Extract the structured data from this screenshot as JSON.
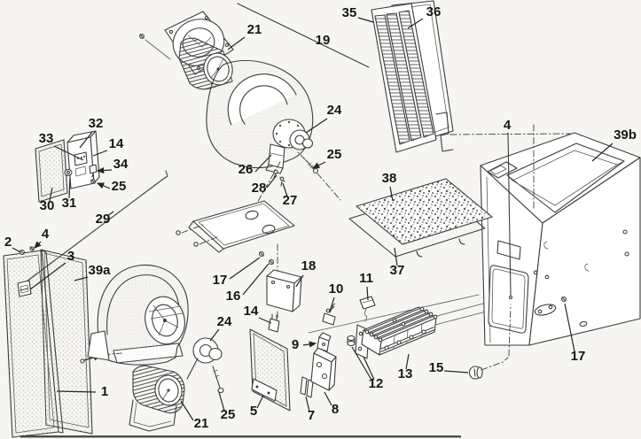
{
  "figure": {
    "kind": "exploded-parts-diagram",
    "subject": "gas furnace assembly exploded view",
    "background_color": "#f6f5f2",
    "line_color": "#3c3c3c",
    "label_color": "#161616"
  },
  "callouts": [
    {
      "text": "21",
      "part": "inducer-blower-wheel"
    },
    {
      "text": "19",
      "part": "vent-inducer-assembly-line"
    },
    {
      "text": "35",
      "part": "louvered-door"
    },
    {
      "text": "36",
      "part": "upper-door-panel"
    },
    {
      "text": "24",
      "part": "inducer-motor"
    },
    {
      "text": "25",
      "part": "screw"
    },
    {
      "text": "26",
      "part": "motor-bracket"
    },
    {
      "text": "28",
      "part": "clamp"
    },
    {
      "text": "27",
      "part": "screw"
    },
    {
      "text": "32",
      "part": "control-box"
    },
    {
      "text": "33",
      "part": "control-board"
    },
    {
      "text": "14",
      "part": "clip-nut"
    },
    {
      "text": "34",
      "part": "relay"
    },
    {
      "text": "25",
      "part": "screw"
    },
    {
      "text": "30",
      "part": "control-box-cover"
    },
    {
      "text": "31",
      "part": "grommet"
    },
    {
      "text": "29",
      "part": "wiring-harness"
    },
    {
      "text": "38",
      "part": "air-filter"
    },
    {
      "text": "37",
      "part": "filter-rack"
    },
    {
      "text": "4",
      "part": "rod-screw"
    },
    {
      "text": "39b",
      "part": "casing-cabinet"
    },
    {
      "text": "2",
      "part": "screw"
    },
    {
      "text": "4",
      "part": "screw"
    },
    {
      "text": "3",
      "part": "door-latch"
    },
    {
      "text": "39a",
      "part": "inner-door-panel"
    },
    {
      "text": "17",
      "part": "screw"
    },
    {
      "text": "16",
      "part": "screw"
    },
    {
      "text": "18",
      "part": "angle-bracket"
    },
    {
      "text": "14",
      "part": "clip-nut"
    },
    {
      "text": "24",
      "part": "blower-motor"
    },
    {
      "text": "9",
      "part": "bracket-clip"
    },
    {
      "text": "10",
      "part": "pilot-assembly"
    },
    {
      "text": "11",
      "part": "igniter"
    },
    {
      "text": "1",
      "part": "front-door-panel"
    },
    {
      "text": "21",
      "part": "blower-wheel"
    },
    {
      "text": "25",
      "part": "screw"
    },
    {
      "text": "5",
      "part": "access-panel"
    },
    {
      "text": "7",
      "part": "spacer-strip"
    },
    {
      "text": "8",
      "part": "igniter-bracket"
    },
    {
      "text": "12",
      "part": "burner-orifices"
    },
    {
      "text": "13",
      "part": "burner-assembly"
    },
    {
      "text": "15",
      "part": "cap-knob"
    },
    {
      "text": "17",
      "part": "screw"
    }
  ]
}
